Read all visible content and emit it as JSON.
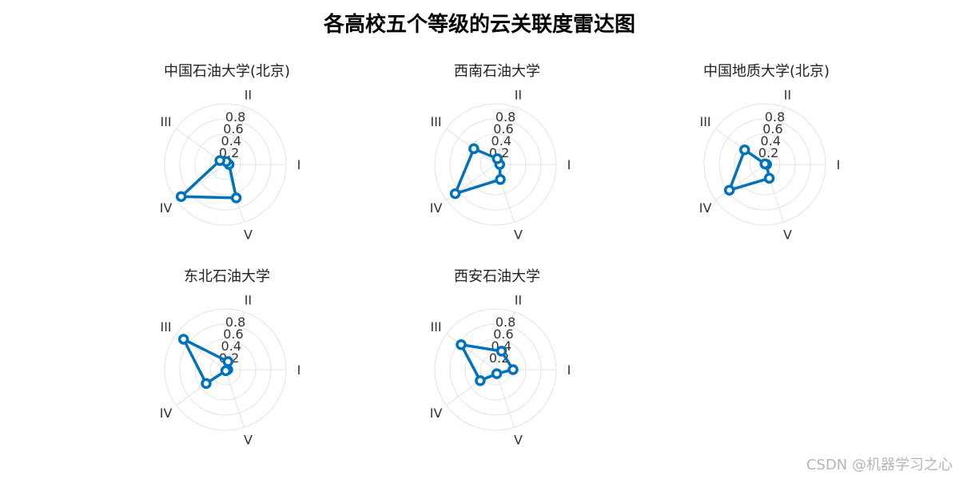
{
  "title": "各高校五个等级的云关联度雷达图",
  "watermark": "CSDN @机器学习之心",
  "chart_data": {
    "type": "radar",
    "axes": [
      "I",
      "II",
      "III",
      "IV",
      "V"
    ],
    "rlim": [
      0,
      1
    ],
    "rticks": [
      0.2,
      0.4,
      0.6,
      0.8
    ],
    "grid": true,
    "line_color": "#0072BD",
    "charts": [
      {
        "title": "中国石油大学(北京)",
        "values": [
          0.06,
          0.05,
          0.11,
          0.9,
          0.58
        ]
      },
      {
        "title": "西南石油大学",
        "values": [
          0.07,
          0.1,
          0.44,
          0.82,
          0.26
        ]
      },
      {
        "title": "中国地质大学(北京)",
        "values": [
          0.03,
          0.01,
          0.41,
          0.72,
          0.24
        ]
      },
      {
        "title": "东北石油大学",
        "values": [
          0.04,
          0.14,
          0.85,
          0.39,
          0.02
        ]
      },
      {
        "title": "西安石油大学",
        "values": [
          0.29,
          0.32,
          0.7,
          0.31,
          0.07
        ]
      }
    ]
  }
}
